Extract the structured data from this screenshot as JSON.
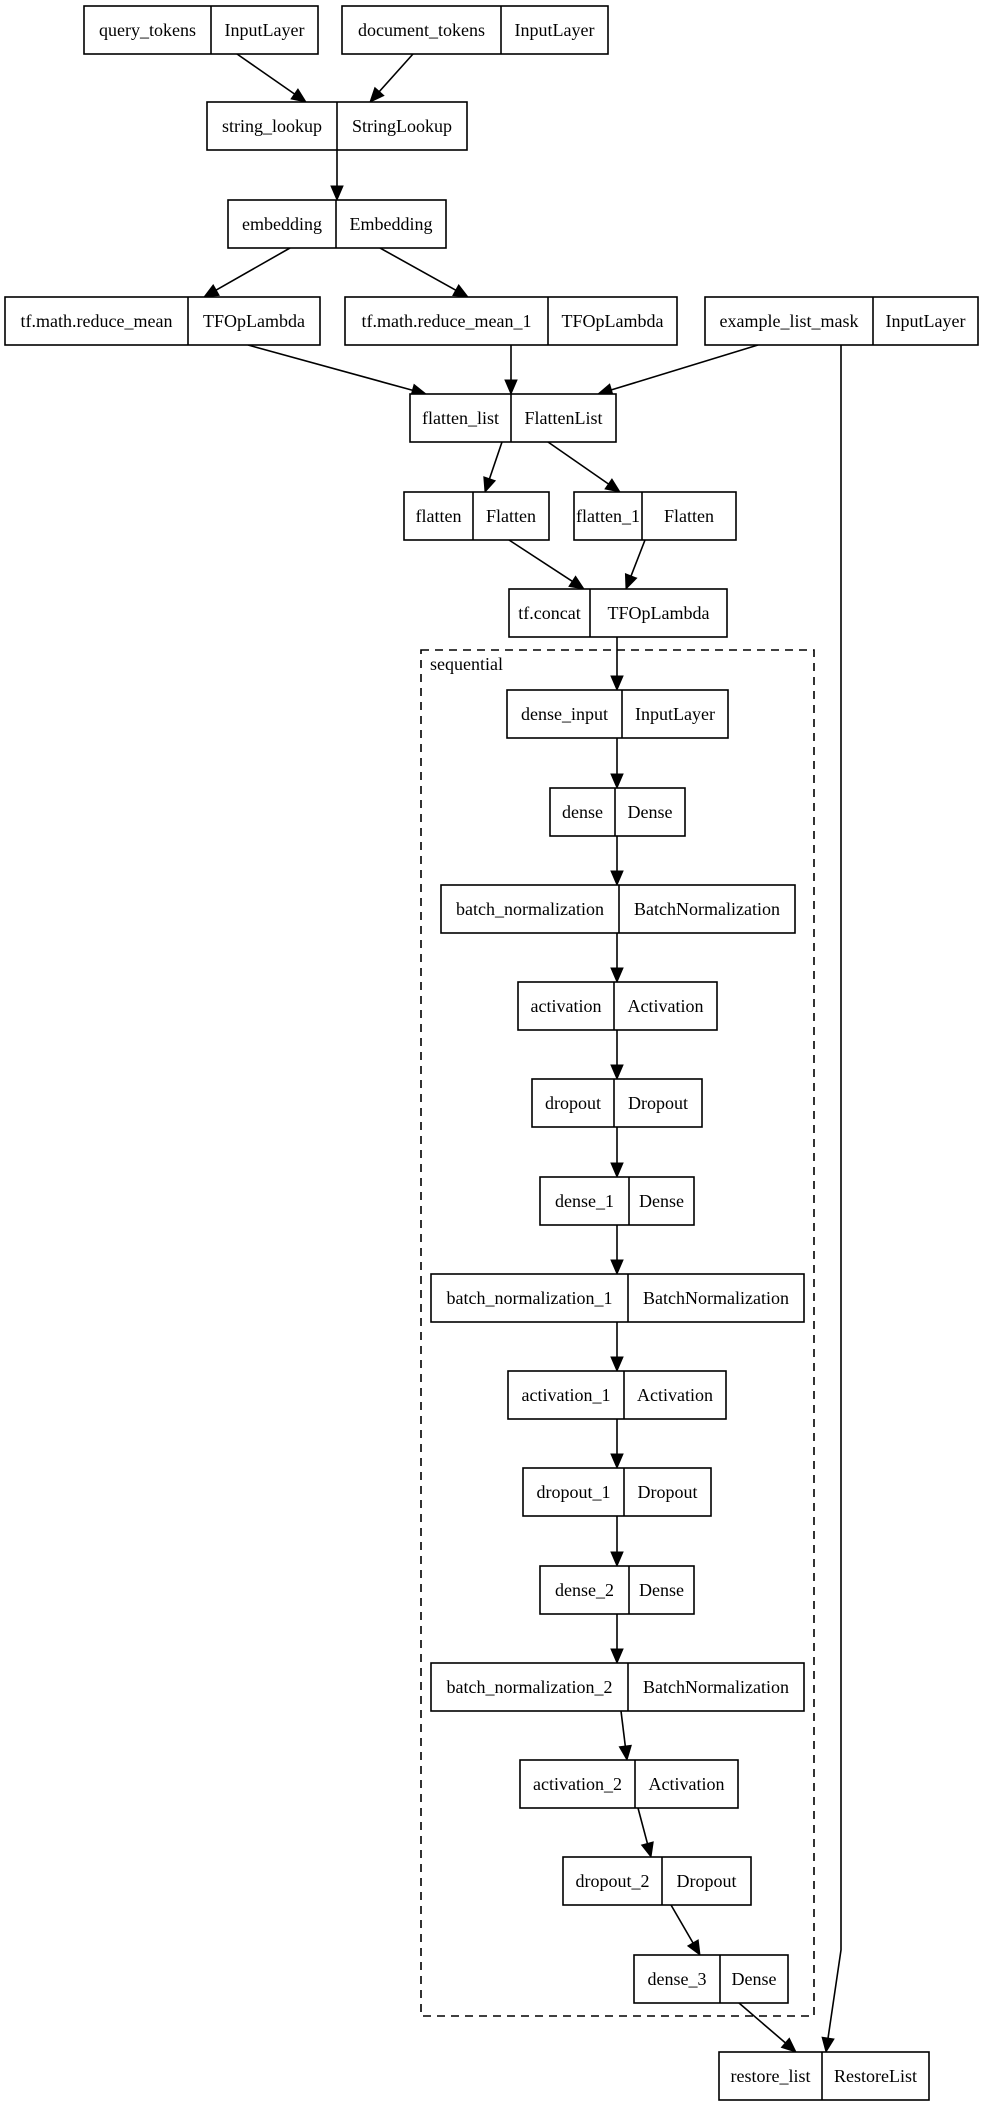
{
  "cluster": {
    "label": "sequential"
  },
  "nodes": [
    {
      "id": "query_tokens",
      "name": "query_tokens",
      "type": "InputLayer"
    },
    {
      "id": "document_tokens",
      "name": "document_tokens",
      "type": "InputLayer"
    },
    {
      "id": "string_lookup",
      "name": "string_lookup",
      "type": "StringLookup"
    },
    {
      "id": "embedding",
      "name": "embedding",
      "type": "Embedding"
    },
    {
      "id": "reduce_mean",
      "name": "tf.math.reduce_mean",
      "type": "TFOpLambda"
    },
    {
      "id": "reduce_mean_1",
      "name": "tf.math.reduce_mean_1",
      "type": "TFOpLambda"
    },
    {
      "id": "example_list_mask",
      "name": "example_list_mask",
      "type": "InputLayer"
    },
    {
      "id": "flatten_list",
      "name": "flatten_list",
      "type": "FlattenList"
    },
    {
      "id": "flatten",
      "name": "flatten",
      "type": "Flatten"
    },
    {
      "id": "flatten_1",
      "name": "flatten_1",
      "type": "Flatten"
    },
    {
      "id": "concat",
      "name": "tf.concat",
      "type": "TFOpLambda"
    },
    {
      "id": "dense_input",
      "name": "dense_input",
      "type": "InputLayer"
    },
    {
      "id": "dense",
      "name": "dense",
      "type": "Dense"
    },
    {
      "id": "batch_normalization",
      "name": "batch_normalization",
      "type": "BatchNormalization"
    },
    {
      "id": "activation",
      "name": "activation",
      "type": "Activation"
    },
    {
      "id": "dropout",
      "name": "dropout",
      "type": "Dropout"
    },
    {
      "id": "dense_1",
      "name": "dense_1",
      "type": "Dense"
    },
    {
      "id": "batch_normalization_1",
      "name": "batch_normalization_1",
      "type": "BatchNormalization"
    },
    {
      "id": "activation_1",
      "name": "activation_1",
      "type": "Activation"
    },
    {
      "id": "dropout_1",
      "name": "dropout_1",
      "type": "Dropout"
    },
    {
      "id": "dense_2",
      "name": "dense_2",
      "type": "Dense"
    },
    {
      "id": "batch_normalization_2",
      "name": "batch_normalization_2",
      "type": "BatchNormalization"
    },
    {
      "id": "activation_2",
      "name": "activation_2",
      "type": "Activation"
    },
    {
      "id": "dropout_2",
      "name": "dropout_2",
      "type": "Dropout"
    },
    {
      "id": "dense_3",
      "name": "dense_3",
      "type": "Dense"
    },
    {
      "id": "restore_list",
      "name": "restore_list",
      "type": "RestoreList"
    }
  ],
  "edges": [
    [
      "query_tokens",
      "string_lookup"
    ],
    [
      "document_tokens",
      "string_lookup"
    ],
    [
      "string_lookup",
      "embedding"
    ],
    [
      "embedding",
      "reduce_mean"
    ],
    [
      "embedding",
      "reduce_mean_1"
    ],
    [
      "reduce_mean",
      "flatten_list"
    ],
    [
      "reduce_mean_1",
      "flatten_list"
    ],
    [
      "example_list_mask",
      "flatten_list"
    ],
    [
      "flatten_list",
      "flatten"
    ],
    [
      "flatten_list",
      "flatten_1"
    ],
    [
      "flatten",
      "concat"
    ],
    [
      "flatten_1",
      "concat"
    ],
    [
      "concat",
      "dense_input"
    ],
    [
      "dense_input",
      "dense"
    ],
    [
      "dense",
      "batch_normalization"
    ],
    [
      "batch_normalization",
      "activation"
    ],
    [
      "activation",
      "dropout"
    ],
    [
      "dropout",
      "dense_1"
    ],
    [
      "dense_1",
      "batch_normalization_1"
    ],
    [
      "batch_normalization_1",
      "activation_1"
    ],
    [
      "activation_1",
      "dropout_1"
    ],
    [
      "dropout_1",
      "dense_2"
    ],
    [
      "dense_2",
      "batch_normalization_2"
    ],
    [
      "batch_normalization_2",
      "activation_2"
    ],
    [
      "activation_2",
      "dropout_2"
    ],
    [
      "dropout_2",
      "dense_3"
    ],
    [
      "dense_3",
      "restore_list"
    ],
    [
      "example_list_mask",
      "restore_list"
    ]
  ]
}
